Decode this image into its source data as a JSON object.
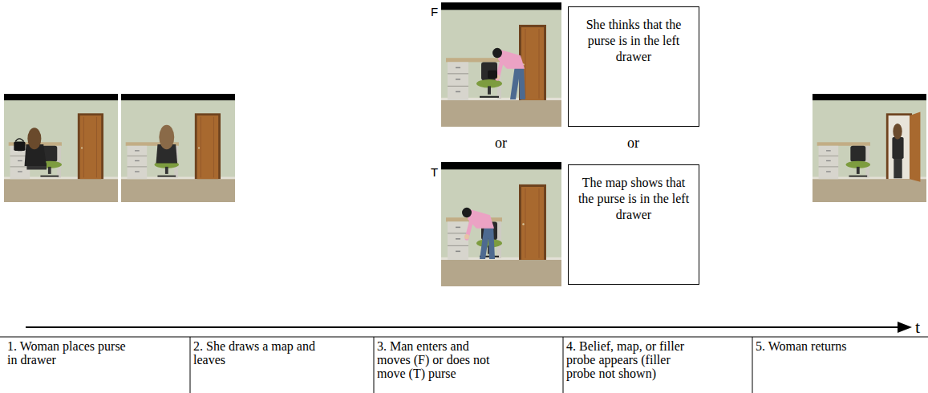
{
  "diagram": {
    "nodes": [
      {
        "text": [
          "She thinks that the purse is in the left drawer"
        ]
      },
      {
        "text": [
          "The map shows that the purse is in the left drawer"
        ]
      }
    ],
    "labels": [
      "F",
      "or",
      "T",
      "or",
      "t",
      "1. Woman places purse in drawer",
      "2. She draws a map and leaves",
      "3. Man enters and moves (F) or does not move (T) purse",
      "4. Belief, map, or filler probe appears (filler probe not shown)",
      "5. Woman returns"
    ]
  }
}
